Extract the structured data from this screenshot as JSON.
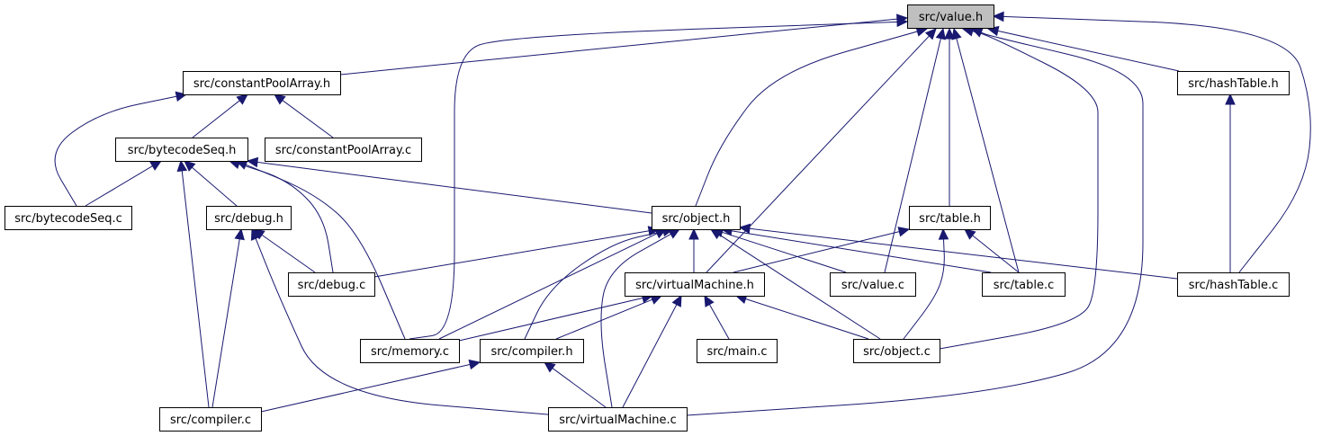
{
  "diagram": {
    "type": "include-dependency-graph",
    "colors": {
      "edge": "#191970",
      "root_fill": "#bfbfbf",
      "node_fill": "#ffffff",
      "node_border": "#000000"
    },
    "nodes": [
      {
        "id": "value_h",
        "label": "src/value.h",
        "root": true
      },
      {
        "id": "constantPoolArray_h",
        "label": "src/constantPoolArray.h"
      },
      {
        "id": "hashTable_h",
        "label": "src/hashTable.h"
      },
      {
        "id": "bytecodeSeq_h",
        "label": "src/bytecodeSeq.h"
      },
      {
        "id": "constantPoolArray_c",
        "label": "src/constantPoolArray.c"
      },
      {
        "id": "bytecodeSeq_c",
        "label": "src/bytecodeSeq.c"
      },
      {
        "id": "debug_h",
        "label": "src/debug.h"
      },
      {
        "id": "object_h",
        "label": "src/object.h"
      },
      {
        "id": "table_h",
        "label": "src/table.h"
      },
      {
        "id": "debug_c",
        "label": "src/debug.c"
      },
      {
        "id": "virtualMachine_h",
        "label": "src/virtualMachine.h"
      },
      {
        "id": "value_c",
        "label": "src/value.c"
      },
      {
        "id": "table_c",
        "label": "src/table.c"
      },
      {
        "id": "hashTable_c",
        "label": "src/hashTable.c"
      },
      {
        "id": "memory_c",
        "label": "src/memory.c"
      },
      {
        "id": "compiler_h",
        "label": "src/compiler.h"
      },
      {
        "id": "main_c",
        "label": "src/main.c"
      },
      {
        "id": "object_c",
        "label": "src/object.c"
      },
      {
        "id": "compiler_c",
        "label": "src/compiler.c"
      },
      {
        "id": "virtualMachine_c",
        "label": "src/virtualMachine.c"
      }
    ],
    "edges": [
      {
        "from": "constantPoolArray_h",
        "to": "value_h"
      },
      {
        "from": "memory_c",
        "to": "value_h"
      },
      {
        "from": "object_h",
        "to": "value_h"
      },
      {
        "from": "virtualMachine_h",
        "to": "value_h"
      },
      {
        "from": "value_c",
        "to": "value_h"
      },
      {
        "from": "table_h",
        "to": "value_h"
      },
      {
        "from": "table_c",
        "to": "value_h"
      },
      {
        "from": "object_c",
        "to": "value_h"
      },
      {
        "from": "virtualMachine_c",
        "to": "value_h"
      },
      {
        "from": "hashTable_c",
        "to": "value_h"
      },
      {
        "from": "hashTable_h",
        "to": "value_h"
      },
      {
        "from": "bytecodeSeq_c",
        "to": "constantPoolArray_h"
      },
      {
        "from": "bytecodeSeq_h",
        "to": "constantPoolArray_h"
      },
      {
        "from": "constantPoolArray_c",
        "to": "constantPoolArray_h"
      },
      {
        "from": "hashTable_c",
        "to": "hashTable_h"
      },
      {
        "from": "bytecodeSeq_c",
        "to": "bytecodeSeq_h"
      },
      {
        "from": "debug_h",
        "to": "bytecodeSeq_h"
      },
      {
        "from": "compiler_c",
        "to": "bytecodeSeq_h"
      },
      {
        "from": "debug_c",
        "to": "bytecodeSeq_h"
      },
      {
        "from": "memory_c",
        "to": "bytecodeSeq_h"
      },
      {
        "from": "object_h",
        "to": "bytecodeSeq_h"
      },
      {
        "from": "debug_c",
        "to": "debug_h"
      },
      {
        "from": "compiler_c",
        "to": "debug_h"
      },
      {
        "from": "virtualMachine_c",
        "to": "debug_h"
      },
      {
        "from": "debug_c",
        "to": "object_h"
      },
      {
        "from": "memory_c",
        "to": "object_h"
      },
      {
        "from": "compiler_h",
        "to": "object_h"
      },
      {
        "from": "virtualMachine_c",
        "to": "object_h"
      },
      {
        "from": "virtualMachine_h",
        "to": "object_h"
      },
      {
        "from": "value_c",
        "to": "object_h"
      },
      {
        "from": "table_c",
        "to": "object_h"
      },
      {
        "from": "object_c",
        "to": "object_h"
      },
      {
        "from": "hashTable_c",
        "to": "object_h"
      },
      {
        "from": "virtualMachine_h",
        "to": "table_h"
      },
      {
        "from": "table_c",
        "to": "table_h"
      },
      {
        "from": "object_c",
        "to": "table_h"
      },
      {
        "from": "memory_c",
        "to": "virtualMachine_h"
      },
      {
        "from": "compiler_h",
        "to": "virtualMachine_h"
      },
      {
        "from": "virtualMachine_c",
        "to": "virtualMachine_h"
      },
      {
        "from": "main_c",
        "to": "virtualMachine_h"
      },
      {
        "from": "object_c",
        "to": "virtualMachine_h"
      },
      {
        "from": "compiler_c",
        "to": "compiler_h"
      },
      {
        "from": "virtualMachine_c",
        "to": "compiler_h"
      }
    ]
  }
}
